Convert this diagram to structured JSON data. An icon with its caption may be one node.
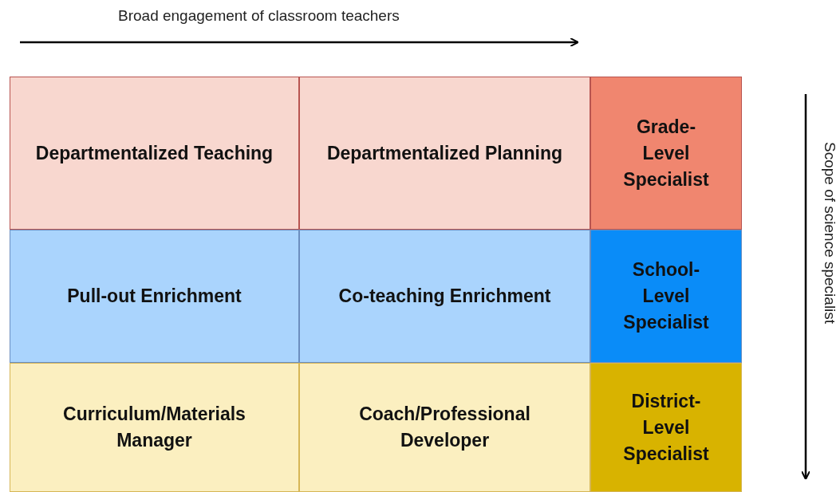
{
  "diagram": {
    "nodes": [
      {
        "text": [
          "Departmentalized Teaching"
        ]
      },
      {
        "text": [
          "Departmentalized Planning"
        ]
      },
      {
        "text": [
          "Grade-Level Specialist"
        ]
      },
      {
        "text": [
          "Pull-out Enrichment"
        ]
      },
      {
        "text": [
          "Co-teaching Enrichment"
        ]
      },
      {
        "text": [
          "School-Level Specialist"
        ]
      },
      {
        "text": [
          "Curriculum/Materials Manager"
        ]
      },
      {
        "text": [
          "Coach/Professional Developer"
        ]
      },
      {
        "text": [
          "District-Level Specialist"
        ]
      }
    ],
    "labels": [
      "Broad engagement of classroom teachers",
      "Scope of science specialist"
    ]
  }
}
